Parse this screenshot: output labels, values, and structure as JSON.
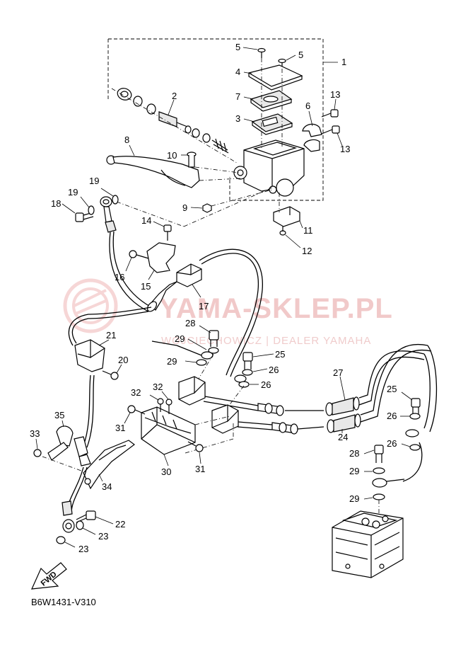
{
  "diagram_code": "B6W1431-V310",
  "watermark": {
    "brand": "YAMA-SKLEP.PL",
    "subline": "WOJCIECHOWICZ | DEALER YAMAHA"
  },
  "fwd_label": "FWD",
  "callouts": {
    "c1": "1",
    "c2": "2",
    "c3": "3",
    "c4": "4",
    "c5a": "5",
    "c5b": "5",
    "c6": "6",
    "c7": "7",
    "c8": "8",
    "c9": "9",
    "c10": "10",
    "c11": "11",
    "c12": "12",
    "c13a": "13",
    "c13b": "13",
    "c14": "14",
    "c15": "15",
    "c16": "16",
    "c17": "17",
    "c18": "18",
    "c19a": "19",
    "c19b": "19",
    "c20": "20",
    "c21": "21",
    "c22": "22",
    "c23a": "23",
    "c23b": "23",
    "c24": "24",
    "c25a": "25",
    "c25b": "25",
    "c26a": "26",
    "c26b": "26",
    "c26c": "26",
    "c26d": "26",
    "c27": "27",
    "c28a": "28",
    "c28b": "28",
    "c29a": "29",
    "c29b": "29",
    "c29c": "29",
    "c29d": "29",
    "c30": "30",
    "c31a": "31",
    "c31b": "31",
    "c32a": "32",
    "c32b": "32",
    "c33": "33",
    "c34": "34",
    "c35": "35"
  }
}
